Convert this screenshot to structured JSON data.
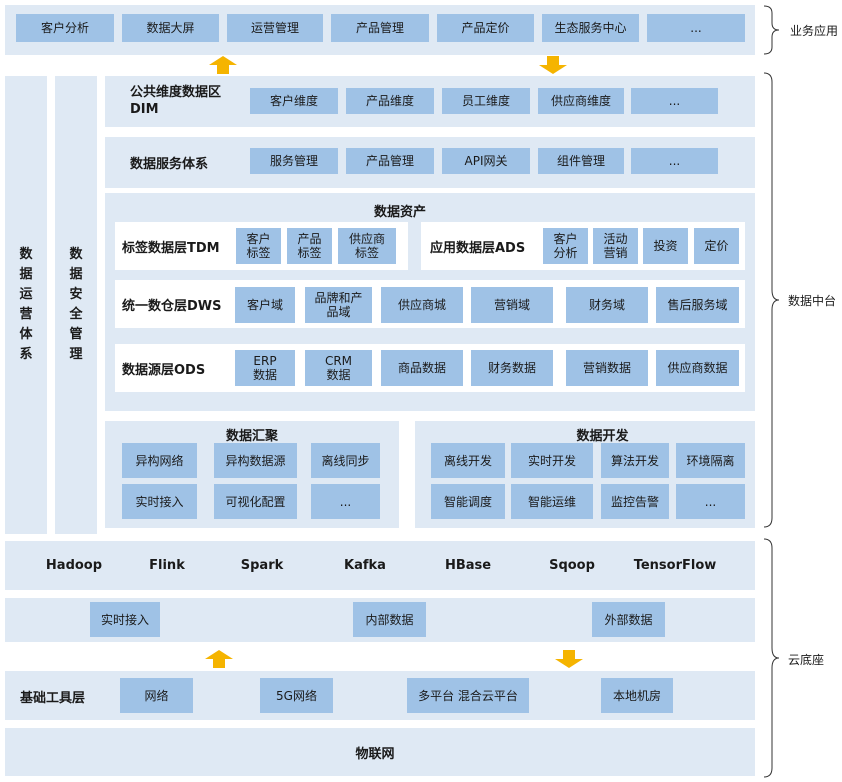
{
  "business": {
    "label": "业务应用",
    "items": [
      "客户分析",
      "数据大屏",
      "运营管理",
      "产品管理",
      "产品定价",
      "生态服务中心",
      "..."
    ]
  },
  "middle_platform": {
    "label": "数据中台"
  },
  "left_bars": {
    "ops": "数据运营体系",
    "security": "数据安全管理"
  },
  "dim": {
    "title": "公共维度数据区\nDIM",
    "items": [
      "客户维度",
      "产品维度",
      "员工维度",
      "供应商维度",
      "..."
    ]
  },
  "service": {
    "title": "数据服务体系",
    "items": [
      "服务管理",
      "产品管理",
      "API网关",
      "组件管理",
      "..."
    ]
  },
  "assets": {
    "title": "数据资产",
    "tdm": {
      "title": "标签数据层TDM",
      "items": [
        "客户\n标签",
        "产品\n标签",
        "供应商\n标签"
      ]
    },
    "ads": {
      "title": "应用数据层ADS",
      "items": [
        "客户\n分析",
        "活动\n营销",
        "投资",
        "定价"
      ]
    },
    "dws": {
      "title": "统一数仓层DWS",
      "items": [
        "客户域",
        "品牌和产\n品域",
        "供应商城",
        "营销域",
        "财务域",
        "售后服务域"
      ]
    },
    "ods": {
      "title": "数据源层ODS",
      "items": [
        "ERP\n数据",
        "CRM\n数据",
        "商品数据",
        "财务数据",
        "营销数据",
        "供应商数据"
      ]
    }
  },
  "aggregation": {
    "title": "数据汇聚",
    "items": [
      "异构网络",
      "异构数据源",
      "离线同步",
      "实时接入",
      "可视化配置",
      "..."
    ]
  },
  "development": {
    "title": "数据开发",
    "items": [
      "离线开发",
      "实时开发",
      "算法开发",
      "环境隔离",
      "智能调度",
      "智能运维",
      "监控告警",
      "..."
    ]
  },
  "cloud": {
    "label": "云底座"
  },
  "tech": [
    "Hadoop",
    "Flink",
    "Spark",
    "Kafka",
    "HBase",
    "Sqoop",
    "TensorFlow"
  ],
  "data_access": [
    "实时接入",
    "内部数据",
    "外部数据"
  ],
  "base_tools": {
    "title": "基础工具层",
    "items": [
      "网络",
      "5G网络",
      "多平台 混合云平台",
      "本地机房"
    ]
  },
  "iot": {
    "label": "物联网"
  },
  "colors": {
    "panel": "#dfe9f4",
    "chip": "#9fc2e6",
    "arrow": "#f5b400"
  }
}
